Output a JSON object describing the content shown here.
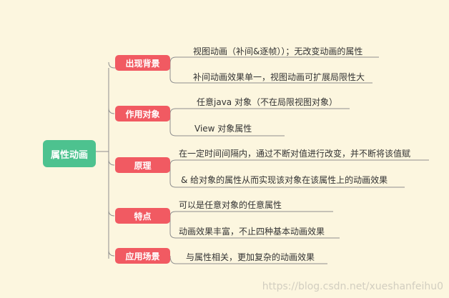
{
  "mindmap": {
    "root": "属性动画",
    "branches": [
      {
        "label": "出现背景",
        "items": [
          "视图动画（补间&逐帧））；无改变动画的属性",
          "补间动画效果单一，视图动画可扩展局限性大"
        ]
      },
      {
        "label": "作用对象",
        "items": [
          "任意java 对象（不在局限视图对象）",
          "View 对象属性"
        ]
      },
      {
        "label": "原理",
        "items": [
          "在一定时间间隔内，通过不断对值进行改变，并不断将该值赋",
          "& 给对象的属性从而实现该对象在该属性上的动画效果"
        ]
      },
      {
        "label": "特点",
        "items": [
          "可以是任意对象的任意属性",
          "动画效果丰富，不止四种基本动画效果"
        ]
      },
      {
        "label": "应用场景",
        "items": [
          "与属性相关，更加复杂的动画效果"
        ]
      }
    ]
  },
  "watermark": "https://blog.csdn.net/xueshanfeihu0",
  "colors": {
    "background": "#fcf6df",
    "root": "#4dc28f",
    "branch": "#f15a62",
    "line": "#8f8f8f"
  }
}
